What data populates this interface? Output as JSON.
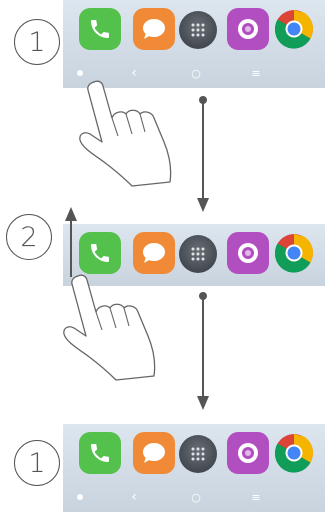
{
  "steps": {
    "first": "1",
    "second": "2",
    "third": "1"
  },
  "dock": {
    "apps": [
      "phone-icon",
      "message-icon",
      "apps-grid-icon",
      "camera-icon",
      "chrome-icon"
    ],
    "nav": {
      "back": "‹",
      "home": "○",
      "recent": "≡"
    }
  },
  "colors": {
    "phone": "#53c14b",
    "message": "#f08a36",
    "camera": "#b14ec0",
    "arrow": "#555555"
  }
}
